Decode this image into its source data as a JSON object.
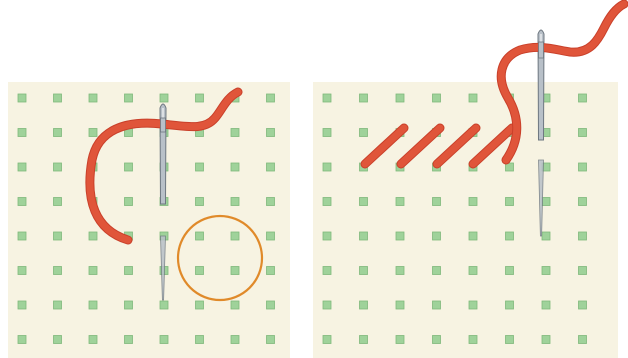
{
  "illustration": {
    "panels": [
      {
        "id": "left",
        "grid_rows": 8,
        "grid_cols": 8,
        "has_highlight_circle": true,
        "stitches_completed": 0
      },
      {
        "id": "right",
        "grid_rows": 8,
        "grid_cols": 8,
        "has_highlight_circle": false,
        "stitches_completed": 4
      }
    ],
    "colors": {
      "canvas": "#f7f3e2",
      "hole": "#9fd29a",
      "hole_edge": "#7fb87b",
      "thread": "#e0553a",
      "thread_dark": "#c9402a",
      "needle": "#b8c0c8",
      "needle_shade": "#6e7780",
      "circle": "#e08a2a"
    }
  }
}
